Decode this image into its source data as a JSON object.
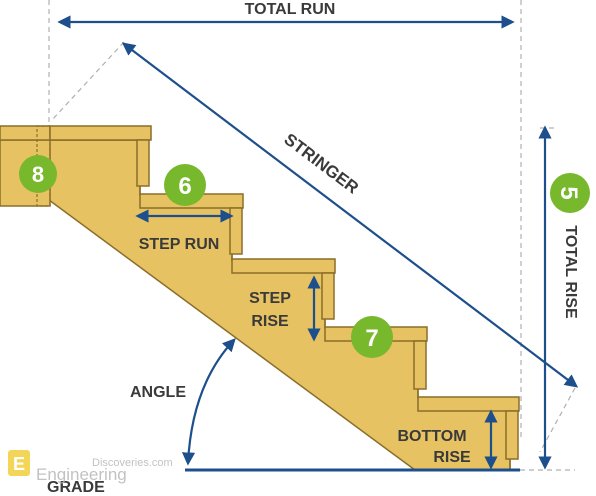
{
  "colors": {
    "wood": "#e7c263",
    "wood_edge": "#8a6e2a",
    "blue": "#1d4f8c",
    "dark_text": "#3a3a3a",
    "badge": "#77b82c",
    "dash": "#b0b0b0"
  },
  "labels": {
    "total_run": "TOTAL RUN",
    "stringer": "STRINGER",
    "total_rise": "TOTAL RISE",
    "step_run": "STEP RUN",
    "step_rise_1": "STEP",
    "step_rise_2": "RISE",
    "angle": "ANGLE",
    "bottom_rise_1": "BOTTOM",
    "bottom_rise_2": "RISE",
    "grade": "GRADE"
  },
  "badges": {
    "landing": "8",
    "step_run": "6",
    "step_rise": "7",
    "total_rise": "5"
  },
  "watermark": {
    "logo_letter": "E",
    "line1": "Discoveries.com",
    "line2": "Engineering"
  }
}
